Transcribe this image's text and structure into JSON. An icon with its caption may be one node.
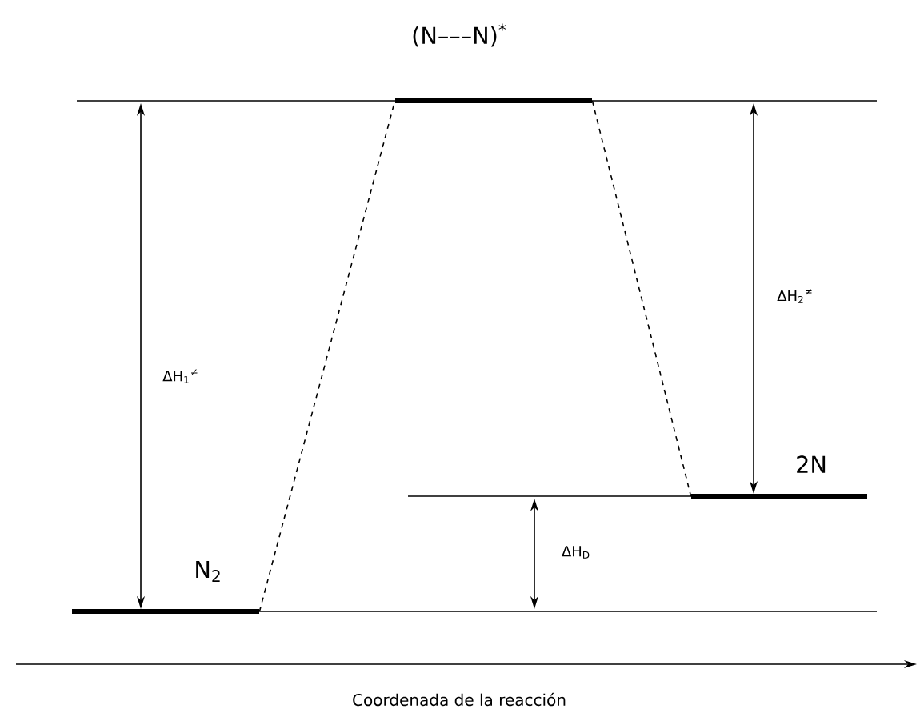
{
  "diagram": {
    "nodes": [
      {
        "text": [
          "(N–––N)$^{*}$"
        ]
      },
      {
        "text": [
          "2N"
        ]
      },
      {
        "text": [
          "N$_{2}$"
        ]
      }
    ],
    "edges": [
      {
        "from": 2,
        "to": 0,
        "arrow": "none",
        "style": "dashed"
      },
      {
        "from": 0,
        "to": 1,
        "arrow": "none",
        "style": "dashed"
      }
    ],
    "labels": [
      "ΔH$_{1}$$^{≠}$",
      "ΔH$_{2}$$^{≠}$",
      "ΔH$_{D}$",
      "Coordenada de la reacción"
    ]
  }
}
